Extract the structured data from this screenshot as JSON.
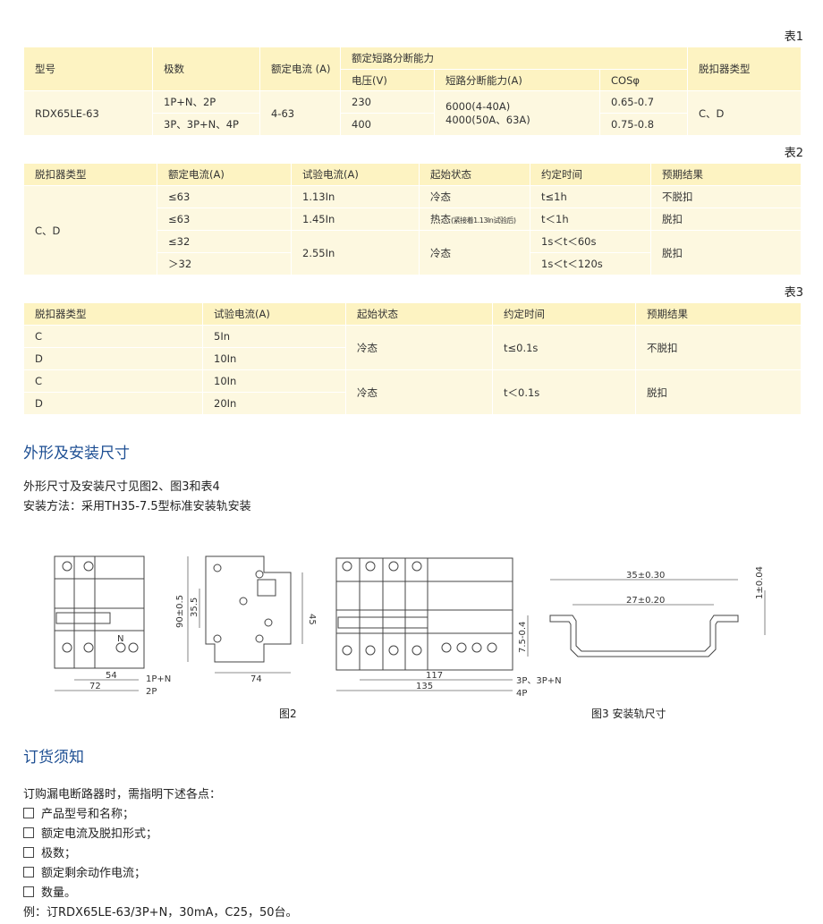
{
  "table1": {
    "label": "表1",
    "headers": {
      "model": "型号",
      "poles": "极数",
      "rated_current": "额定电流 (A)",
      "breaking": "额定短路分断能力",
      "voltage": "电压(V)",
      "sc_capacity": "短路分断能力(A)",
      "cos": "COSφ",
      "trip_type": "脱扣器类型"
    },
    "row": {
      "model": "RDX65LE-63",
      "poles": [
        "1P+N、2P",
        "3P、3P+N、4P"
      ],
      "rated_current": "4-63",
      "voltage": [
        "230",
        "400"
      ],
      "sc_capacity": [
        "6000(4-40A)",
        "4000(50A、63A)"
      ],
      "cos": [
        "0.65-0.7",
        "0.75-0.8"
      ],
      "trip_type": "C、D"
    }
  },
  "table2": {
    "label": "表2",
    "headers": [
      "脱扣器类型",
      "额定电流(A)",
      "试验电流(A)",
      "起始状态",
      "约定时间",
      "预期结果"
    ],
    "trip_type": "C、D",
    "rated": [
      "≤63",
      "≤63",
      "≤32",
      "＞32"
    ],
    "test": [
      "1.13In",
      "1.45In",
      "2.55In"
    ],
    "state": [
      "冷态",
      "热态",
      "(紧接着1.13In试验后)",
      "冷态"
    ],
    "time": [
      "t≤1h",
      "t＜1h",
      "1s＜t＜60s",
      "1s＜t＜120s"
    ],
    "result": [
      "不脱扣",
      "脱扣",
      "脱扣"
    ]
  },
  "table3": {
    "label": "表3",
    "headers": [
      "脱扣器类型",
      "试验电流(A)",
      "起始状态",
      "约定时间",
      "预期结果"
    ],
    "types": [
      "C",
      "D",
      "C",
      "D"
    ],
    "test": [
      "5In",
      "10In",
      "10In",
      "20In"
    ],
    "state": [
      "冷态",
      "冷态"
    ],
    "time": [
      "t≤0.1s",
      "t＜0.1s"
    ],
    "result": [
      "不脱扣",
      "脱扣"
    ]
  },
  "dimensions": {
    "title": "外形及安装尺寸",
    "lines": [
      "外形尺寸及安装尺寸见图2、图3和表4",
      "安装方法：采用TH35-7.5型标准安装轨安装"
    ],
    "fig2": {
      "caption": "图2",
      "d54": "54",
      "d72": "72",
      "l1pn": "1P+N",
      "l2p": "2P",
      "d90": "90±0.5",
      "d355": "35.5",
      "d45": "45",
      "d74": "74",
      "d117": "117",
      "d135": "135",
      "l3p": "3P、3P+N",
      "l4p": "4P",
      "n": "N"
    },
    "fig3": {
      "caption": "图3 安装轨尺寸",
      "d35": "35±0.30",
      "d27": "27±0.20",
      "d1": "1±0.04",
      "d75": "7.5-0.4"
    }
  },
  "ordering": {
    "title": "订货须知",
    "intro": "订购漏电断路器时，需指明下述各点：",
    "items": [
      "产品型号和名称；",
      "额定电流及脱扣形式；",
      "极数；",
      "额定剩余动作电流；",
      "数量。"
    ],
    "example": "例：订RDX65LE-63/3P+N，30mA，C25，50台。"
  }
}
